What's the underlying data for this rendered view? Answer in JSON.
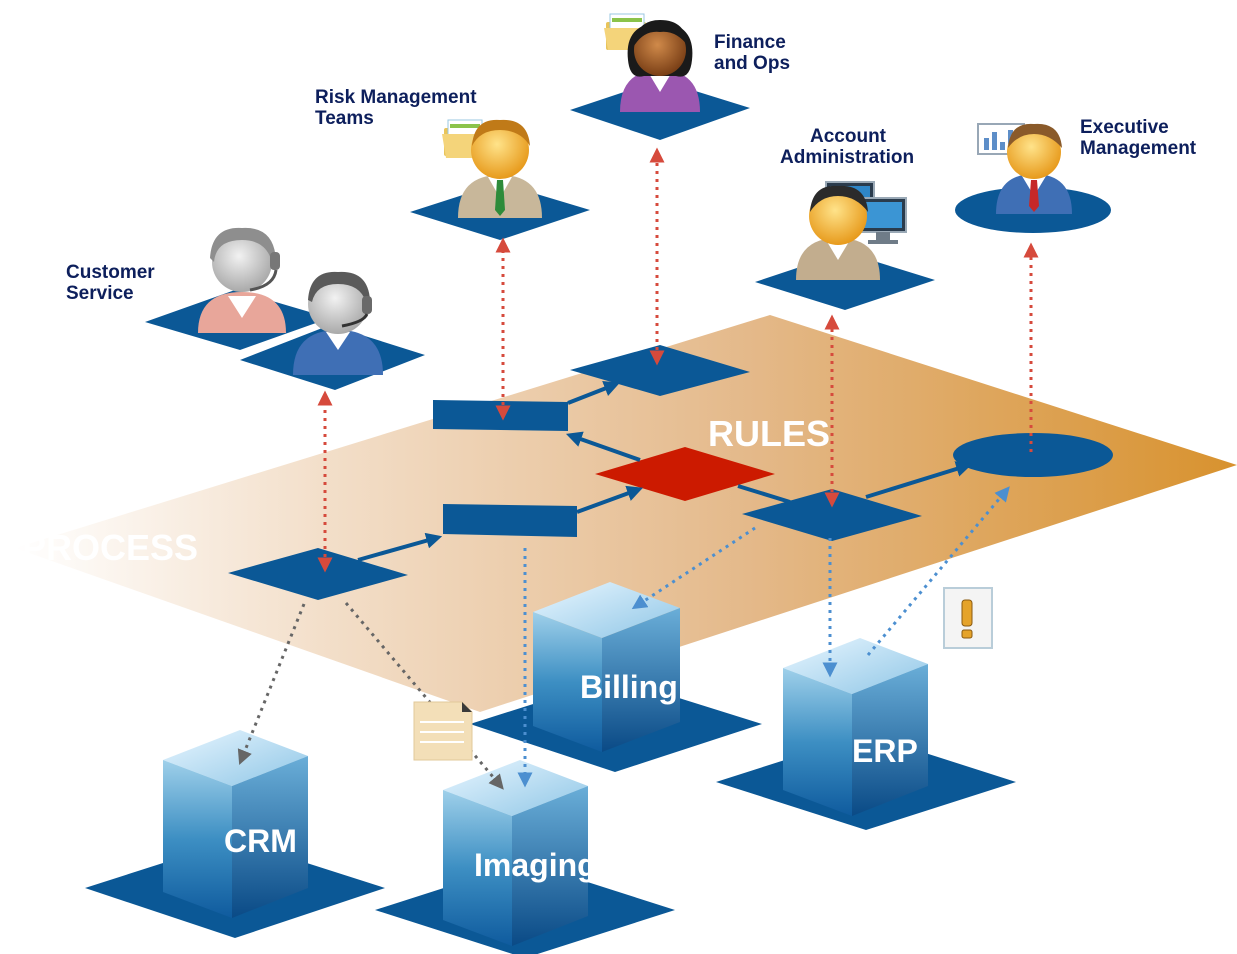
{
  "layers": {
    "process": "PROCESS",
    "rules": "RULES"
  },
  "roles": {
    "customer_service": [
      "Customer",
      "Service"
    ],
    "risk_management": [
      "Risk Management",
      "Teams"
    ],
    "finance_ops": [
      "Finance",
      "and Ops"
    ],
    "account_admin": [
      "Account",
      "Administration"
    ],
    "executive": [
      "Executive",
      "Management"
    ]
  },
  "systems": {
    "crm": "CRM",
    "imaging": "Imaging",
    "billing": "Billing",
    "erp": "ERP"
  },
  "colors": {
    "node_blue": "#0b5896",
    "decision_red": "#cc1a00",
    "label_navy": "#0d1f5c",
    "plane_orange": "#d8922e",
    "link_red": "#d64a3c",
    "link_blue": "#4c8fd0",
    "link_gray": "#666666"
  },
  "icons": {
    "warning": "exclamation-icon",
    "document": "document-icon"
  }
}
